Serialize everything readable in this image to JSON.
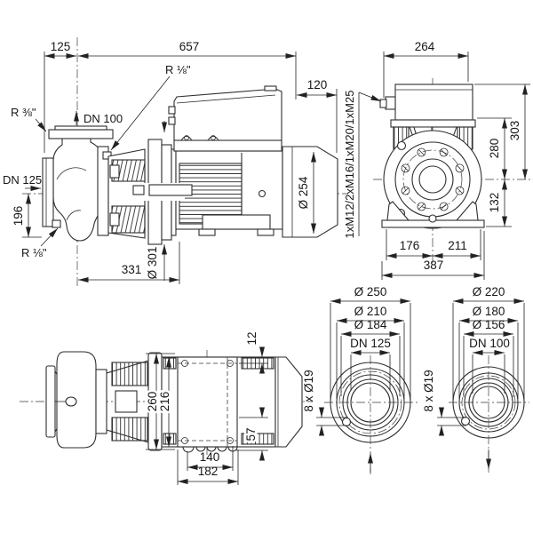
{
  "drawing": {
    "colors": {
      "line": "#2e2e2e",
      "text": "#161616",
      "background": "#ffffff"
    },
    "main_view": {
      "dim_inlet_offset": "125",
      "dim_total_length": "657",
      "dim_fan_depth": "120",
      "dia_fan_cover": "Ø 254",
      "dia_motor_flange": "Ø 301",
      "dim_casing_length": "331",
      "dim_suction_depth": "196",
      "label_discharge_port": "DN 100",
      "label_suction_port": "DN 125",
      "label_plug_top_left": "R ⅜\"",
      "label_plug_top": "R ⅛\"",
      "label_plug_bottom": "R ⅛\""
    },
    "front_view": {
      "dim_width": "264",
      "dim_height_total": "303",
      "dim_height_flange": "280",
      "dim_height_foot": "132",
      "dim_foot_left": "176",
      "dim_foot_right": "211",
      "dim_base_width": "387",
      "label_cable_glands": "1xM12/2xM16/1xM20/1xM25"
    },
    "top_view": {
      "dim_box_edge": "12",
      "dim_motor_width": "216",
      "dim_flange_width": "260",
      "dim_gland_offset": "57",
      "dim_gland_row": "140",
      "dim_box_width": "182"
    },
    "flange_dn125": {
      "dia_outer": "Ø 250",
      "dia_bolt_circle": "Ø 210",
      "dia_raised_face": "Ø 184",
      "label_dn": "DN 125",
      "label_bolt_holes": "8 x Ø19"
    },
    "flange_dn100": {
      "dia_outer": "Ø 220",
      "dia_bolt_circle": "Ø 180",
      "dia_raised_face": "Ø 156",
      "label_dn": "DN 100",
      "label_bolt_holes": "8 x Ø19"
    }
  }
}
